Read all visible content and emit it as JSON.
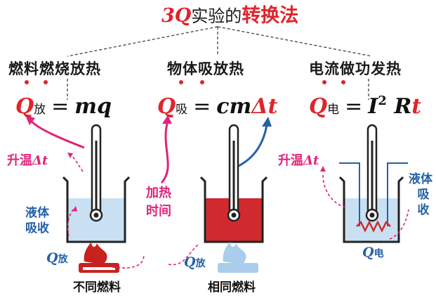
{
  "title": {
    "prefix": "3Q",
    "middle": "实验的",
    "suffix": "转换法"
  },
  "categories": [
    {
      "label": "燃料燃烧放热"
    },
    {
      "label": "物体吸放热"
    },
    {
      "label": "电流做功发热"
    }
  ],
  "formulas": [
    {
      "q": "Q",
      "sub": "放",
      "eq": "=",
      "rhs": "mq"
    },
    {
      "q": "Q",
      "sub": "吸",
      "eq": "=",
      "rhs": "cm",
      "dt": "Δt"
    },
    {
      "q": "Q",
      "sub": "电",
      "eq": "=",
      "rhs_i": "I",
      "sup": "2",
      "rhs_r": "R",
      "rhs_t": "t"
    }
  ],
  "annotations": {
    "rise_temp_1": {
      "prefix": "升温",
      "dt": "Δt"
    },
    "rise_temp_3": {
      "prefix": "升温",
      "dt": "Δt"
    },
    "liquid_absorb_1": {
      "line1": "液体",
      "line2": "吸收"
    },
    "liquid_absorb_3": {
      "line1": "液体",
      "line2": "吸",
      "line3": "收"
    },
    "heat_time": {
      "line1": "加热",
      "line2": "时间"
    },
    "q_release_1": {
      "q": "Q",
      "sub": "放"
    },
    "q_release_2": {
      "q": "Q",
      "sub": "放"
    },
    "q_elec": {
      "q": "Q",
      "sub": "电"
    }
  },
  "captions": {
    "beaker1": "不同燃料",
    "beaker2": "相同燃料"
  },
  "colors": {
    "red": "#e0242b",
    "pink": "#e0237a",
    "blue": "#2461a8",
    "liquid_light": "#c9e0f2",
    "liquid_red": "#d02a2e",
    "flame_red": "#c8221f",
    "flame_blue": "#a9cdea"
  }
}
